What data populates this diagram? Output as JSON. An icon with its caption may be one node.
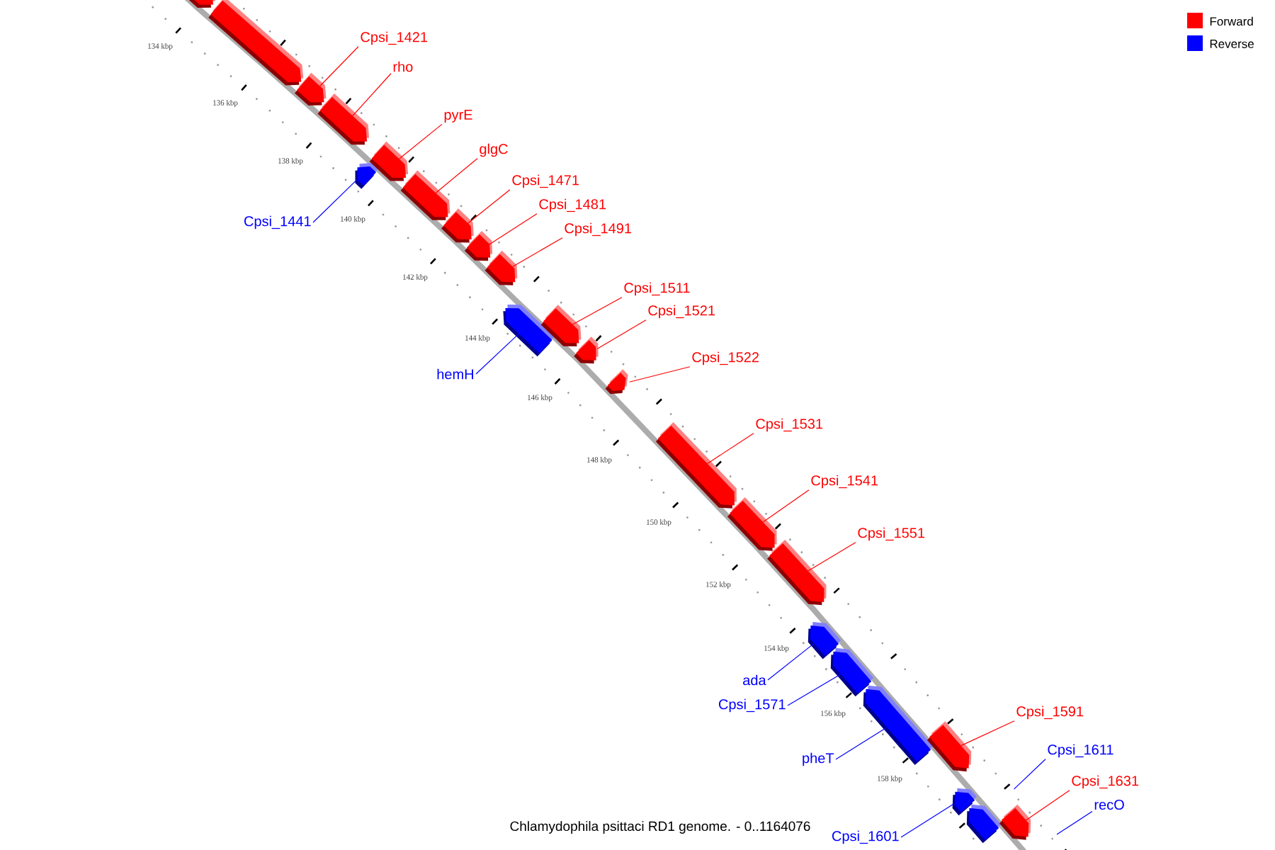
{
  "diagram": {
    "caption": "Chlamydophila psittaci RD1 genome. - 0..1164076",
    "nodes": [
      {
        "text": [],
        "shape": "arrow"
      },
      {
        "text": [],
        "shape": "arrow"
      },
      {
        "text": [],
        "shape": "arrow"
      },
      {
        "text": [],
        "shape": "arrow"
      },
      {
        "text": [],
        "shape": "arrow"
      },
      {
        "text": [],
        "shape": "arrow"
      },
      {
        "text": [],
        "shape": "arrow"
      },
      {
        "text": [],
        "shape": "arrow"
      },
      {
        "text": [],
        "shape": "arrow"
      },
      {
        "text": [],
        "shape": "arrow"
      },
      {
        "text": [],
        "shape": "arrow"
      },
      {
        "text": [],
        "shape": "arrow"
      },
      {
        "text": [],
        "shape": "arrow"
      },
      {
        "text": [],
        "shape": "arrow"
      },
      {
        "text": [],
        "shape": "arrow"
      },
      {
        "text": [],
        "shape": "arrow"
      },
      {
        "text": [],
        "shape": "arrow"
      },
      {
        "text": [],
        "shape": "arrow"
      },
      {
        "text": [],
        "shape": "arrow"
      },
      {
        "text": [],
        "shape": "arrow"
      },
      {
        "text": [],
        "shape": "arrow"
      },
      {
        "text": [],
        "shape": "arrow"
      },
      {
        "text": [],
        "shape": "arrow"
      },
      {
        "text": [],
        "shape": "arrow"
      },
      {
        "text": [
          "Cpsi_1421"
        ]
      },
      {
        "text": [
          "rho"
        ]
      },
      {
        "text": [
          "pyrE"
        ]
      },
      {
        "text": [
          "glgC"
        ]
      },
      {
        "text": [
          "Cpsi_1471"
        ]
      },
      {
        "text": [
          "Cpsi_1481"
        ]
      },
      {
        "text": [
          "Cpsi_1441"
        ]
      },
      {
        "text": [
          "Cpsi_1491"
        ]
      },
      {
        "text": [
          "Cpsi_1511"
        ]
      },
      {
        "text": [
          "Cpsi_1521"
        ]
      },
      {
        "text": [
          "Cpsi_1522"
        ]
      },
      {
        "text": [
          "hemH"
        ]
      },
      {
        "text": [
          "Cpsi_1531"
        ]
      },
      {
        "text": [
          "Cpsi_1541"
        ]
      },
      {
        "text": [
          "Cpsi_1551"
        ]
      },
      {
        "text": [
          "ada"
        ]
      },
      {
        "text": [
          "Cpsi_1571"
        ]
      },
      {
        "text": [
          "Cpsi_1591"
        ]
      },
      {
        "text": [
          "Cpsi_1611"
        ]
      },
      {
        "text": [
          "pheT"
        ]
      },
      {
        "text": [
          "Cpsi_1631"
        ]
      },
      {
        "text": [
          "recO"
        ]
      },
      {
        "text": [
          "Cpsi_1601"
        ]
      }
    ],
    "edges": [
      {
        "from": 24,
        "to": 2,
        "arrow": "none"
      },
      {
        "from": 25,
        "to": 3,
        "arrow": "none"
      },
      {
        "from": 26,
        "to": 5,
        "arrow": "none"
      },
      {
        "from": 27,
        "to": 6,
        "arrow": "none"
      },
      {
        "from": 28,
        "to": 7,
        "arrow": "none"
      },
      {
        "from": 29,
        "to": 8,
        "arrow": "none"
      },
      {
        "from": 30,
        "to": 4,
        "arrow": "none",
        "color": "#0000ff"
      },
      {
        "from": 31,
        "to": 9,
        "arrow": "none"
      },
      {
        "from": 32,
        "to": 11,
        "arrow": "none"
      },
      {
        "from": 33,
        "to": 12,
        "arrow": "none"
      },
      {
        "from": 34,
        "to": 13,
        "arrow": "none"
      },
      {
        "from": 35,
        "to": 10,
        "arrow": "none",
        "color": "#0000ff"
      },
      {
        "from": 36,
        "to": 14,
        "arrow": "none"
      },
      {
        "from": 37,
        "to": 15,
        "arrow": "none"
      },
      {
        "from": 38,
        "to": 16,
        "arrow": "none"
      },
      {
        "from": 39,
        "to": 17,
        "arrow": "none",
        "color": "#0000ff"
      },
      {
        "from": 40,
        "to": 18,
        "arrow": "none",
        "color": "#0000ff"
      },
      {
        "from": 41,
        "to": 20,
        "arrow": "none"
      },
      {
        "from": 42,
        "to": 22,
        "arrow": "none",
        "color": "#0000ff"
      },
      {
        "from": 43,
        "to": 19,
        "arrow": "none",
        "color": "#0000ff"
      },
      {
        "from": 44,
        "to": 23,
        "arrow": "none"
      },
      {
        "from": 45,
        "to": null,
        "arrow": "none",
        "color": "#0000ff"
      },
      {
        "from": 46,
        "to": 21,
        "arrow": "none",
        "color": "#0000ff"
      }
    ],
    "labels": [
      "134 kbp",
      "136 kbp",
      "138 kbp",
      "140 kbp",
      "142 kbp",
      "144 kbp",
      "146 kbp",
      "148 kbp",
      "150 kbp",
      "152 kbp",
      "154 kbp",
      "156 kbp",
      "158 kbp"
    ],
    "legend": [
      {
        "text": "Forward",
        "color": "#ff0000"
      },
      {
        "text": "Reverse",
        "color": "#0000ff"
      }
    ]
  }
}
